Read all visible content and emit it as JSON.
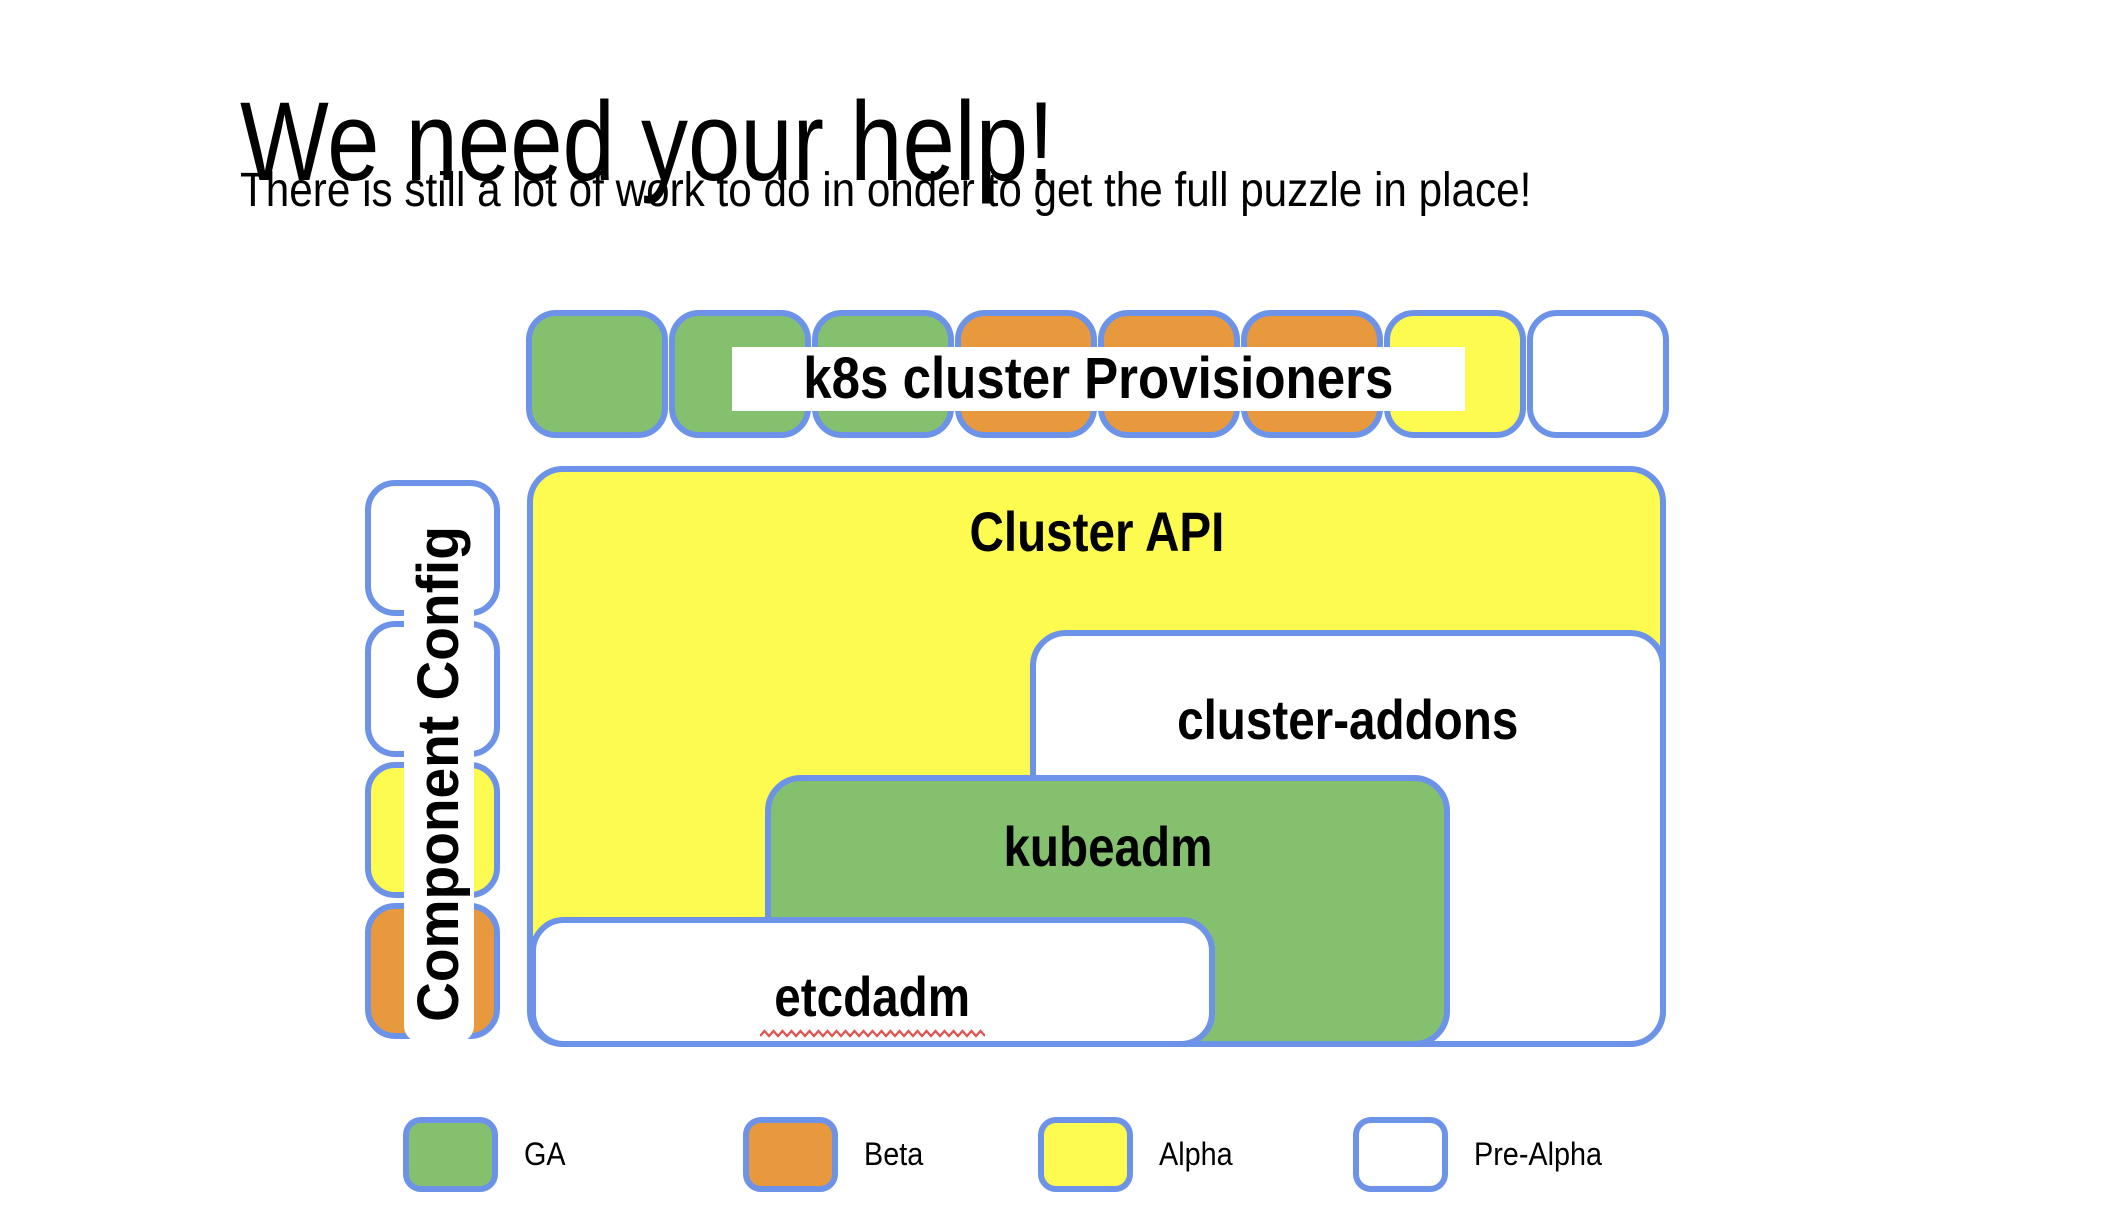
{
  "slide": {
    "title": "We need your help!",
    "subtitle": "There is still a lot of work to do in onder to get the full puzzle in place!"
  },
  "colors": {
    "ga": "#85C06E",
    "beta": "#E9993D",
    "alpha": "#FDFA50",
    "prealpha": "#FFFFFF",
    "border": "#6D93E8",
    "squiggle": "#DE5853",
    "text": "#000000"
  },
  "diagram": {
    "provisioners_label": "k8s cluster Provisioners",
    "provisioners_squares": [
      "ga",
      "ga",
      "ga",
      "beta",
      "beta",
      "beta",
      "alpha",
      "prealpha"
    ],
    "component_config_label": "Component Config",
    "component_config_squares": [
      "prealpha",
      "prealpha",
      "alpha",
      "beta"
    ],
    "cluster_api_label": "Cluster API",
    "cluster_addons_label": "cluster-addons",
    "kubeadm_label": "kubeadm",
    "etcdadm_label": "etcdadm"
  },
  "legend": {
    "items": [
      {
        "label": "GA",
        "status": "ga"
      },
      {
        "label": "Beta",
        "status": "beta"
      },
      {
        "label": "Alpha",
        "status": "alpha"
      },
      {
        "label": "Pre-Alpha",
        "status": "prealpha"
      }
    ]
  }
}
